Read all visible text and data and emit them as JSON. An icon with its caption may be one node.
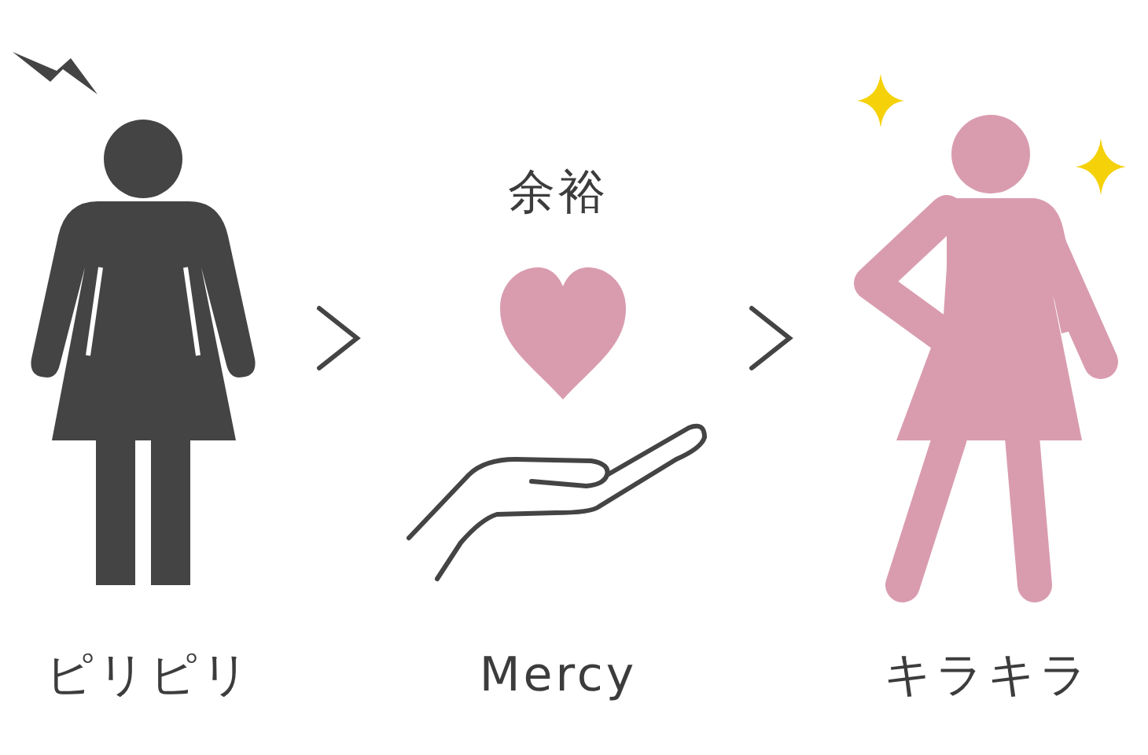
{
  "diagram": {
    "nodes": [
      {
        "text": [
          "ピリピリ"
        ]
      },
      {
        "text": [
          "余裕",
          "Mercy"
        ]
      },
      {
        "text": [
          "キラキラ"
        ]
      }
    ],
    "edges": [
      {
        "from": 0,
        "to": 1,
        "arrow": "to"
      },
      {
        "from": 1,
        "to": 2,
        "arrow": "to"
      }
    ]
  }
}
